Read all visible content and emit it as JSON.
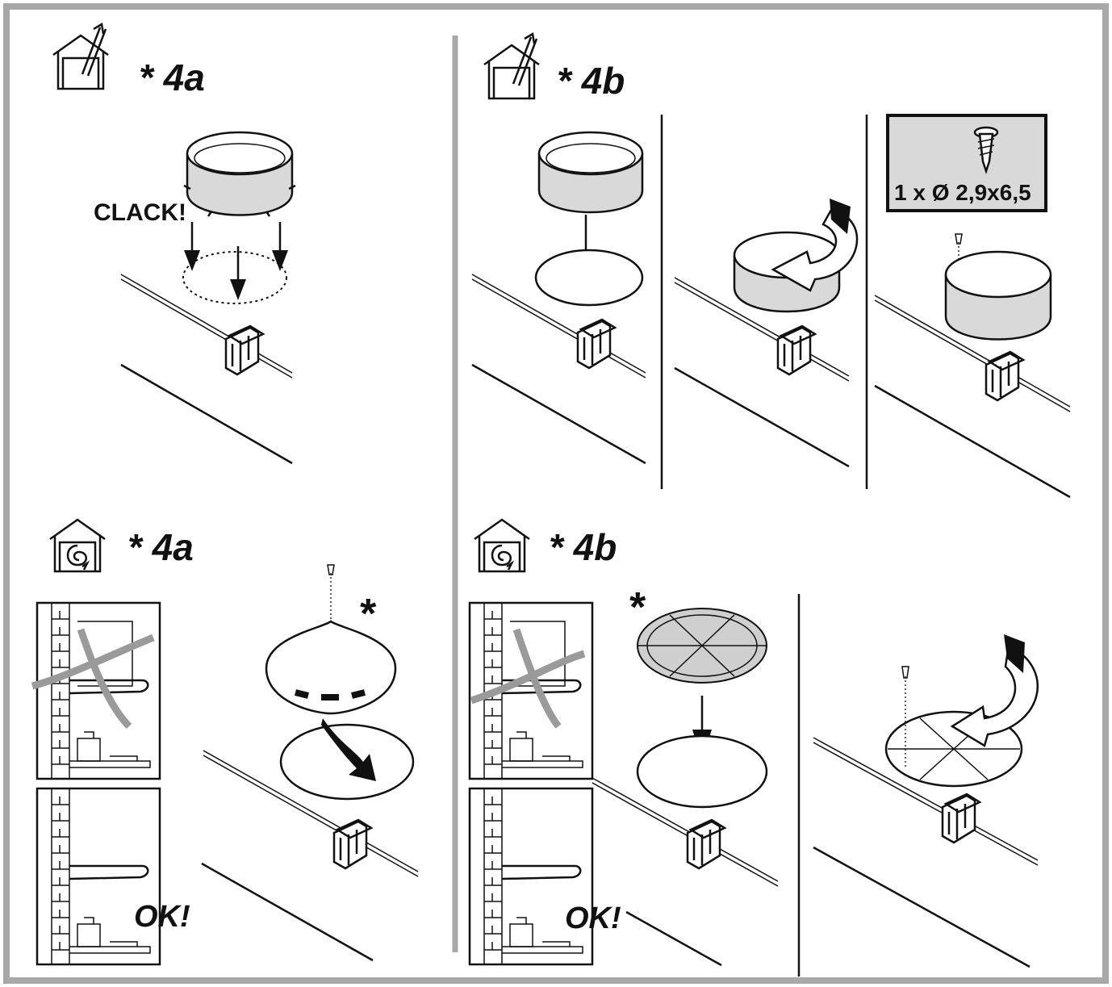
{
  "panels": {
    "top_left": {
      "label": "* 4a",
      "icon": "house-exhaust-icon",
      "sound_label": "CLACK!"
    },
    "top_right": {
      "label": "* 4b",
      "icon": "house-exhaust-icon",
      "screw_spec": "1 x Ø 2,9x6,5"
    },
    "bottom_left": {
      "label": "* 4a",
      "icon": "house-recirculation-icon",
      "marker": "*",
      "ok_label": "OK!"
    },
    "bottom_right": {
      "label": "* 4b",
      "icon": "house-recirculation-icon",
      "marker": "*",
      "ok_label": "OK!"
    }
  },
  "colors": {
    "frame": "#a8a8a8",
    "ink": "#111111",
    "part_fill": "#d9d9d9"
  }
}
